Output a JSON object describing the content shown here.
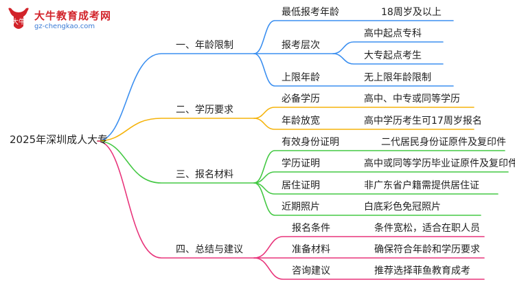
{
  "logo": {
    "title": "大牛教育成考网",
    "url": "gz-chengkao.com",
    "mark": "大牛"
  },
  "root": "2025年深圳成人大专",
  "branches": [
    {
      "label": "一、年龄限制",
      "color": "#3b8ff0",
      "children": [
        {
          "label": "最低报考年龄",
          "leaf": "18周岁及以上"
        },
        {
          "label": "报考层次",
          "leaves": [
            "高中起点专科",
            "大专起点考生"
          ]
        },
        {
          "label": "上限年龄",
          "leaf": "无上限年龄限制"
        }
      ]
    },
    {
      "label": "二、学历要求",
      "color": "#f5b30a",
      "children": [
        {
          "label": "必备学历",
          "leaf": "高中、中专或同等学历"
        },
        {
          "label": "年龄放宽",
          "leaf": "高中学历考生可17周岁报名"
        }
      ]
    },
    {
      "label": "三、报名材料",
      "color": "#43c843",
      "children": [
        {
          "label": "有效身份证明",
          "leaf": "二代居民身份证原件及复印件"
        },
        {
          "label": "学历证明",
          "leaf": "高中或同等学历毕业证原件及复印件"
        },
        {
          "label": "居住证明",
          "leaf": "非广东省户籍需提供居住证"
        },
        {
          "label": "近期照片",
          "leaf": "白底彩色免冠照片"
        }
      ]
    },
    {
      "label": "四、总结与建议",
      "color": "#e8337a",
      "children": [
        {
          "label": "报名条件",
          "leaf": "条件宽松，适合在职人员"
        },
        {
          "label": "准备材料",
          "leaf": "确保符合年龄和学历要求"
        },
        {
          "label": "咨询建议",
          "leaf": "推荐选择菲鱼教育成考"
        }
      ]
    }
  ]
}
